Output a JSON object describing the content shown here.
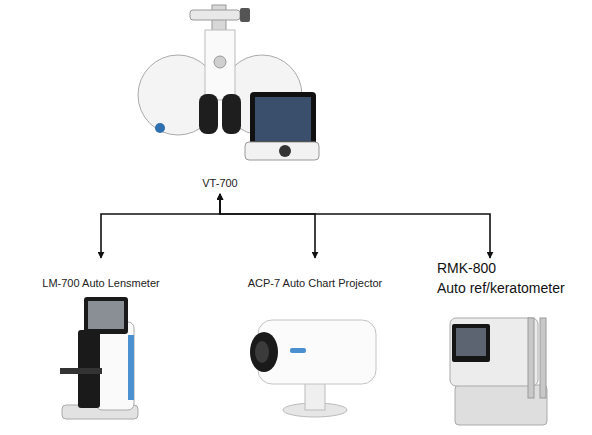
{
  "diagram": {
    "nodes": [
      {
        "text": [
          "VT-700"
        ]
      },
      {
        "text": [
          "LM-700 Auto Lensmeter"
        ]
      },
      {
        "text": [
          "ACP-7 Auto Chart Projector"
        ]
      },
      {
        "text": [
          "RMK-800",
          "Auto ref/keratometer"
        ]
      }
    ],
    "edges": [
      {
        "from": 0,
        "to": 1,
        "arrow": "both"
      },
      {
        "from": 0,
        "to": 2,
        "arrow": "both"
      },
      {
        "from": 0,
        "to": 3,
        "arrow": "both"
      }
    ]
  }
}
